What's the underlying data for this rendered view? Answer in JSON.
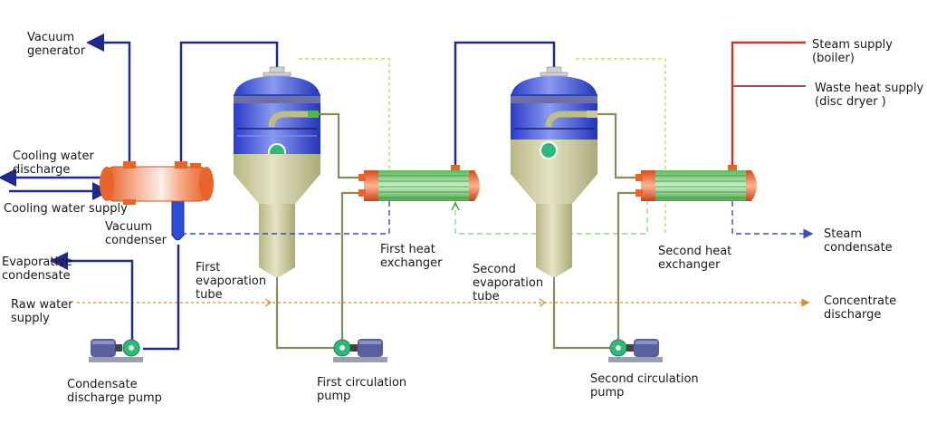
{
  "labels": {
    "vacuum_generator": [
      "Vacuum",
      "generator"
    ],
    "cooling_water_discharge": [
      "Cooling water",
      "discharge"
    ],
    "cooling_water_supply": "Cooling water supply",
    "vacuum_condenser": [
      "Vacuum",
      "condenser"
    ],
    "evaporative_condensate": [
      "Evaporative",
      "condensate"
    ],
    "raw_water_supply": [
      "Raw water",
      "supply"
    ],
    "condensate_discharge_pump": [
      "Condensate",
      "discharge pump"
    ],
    "first_evaporation_tube": [
      "First",
      "evaporation",
      "tube"
    ],
    "first_heat_exchanger": [
      "First heat",
      "exchanger"
    ],
    "first_circulation_pump": [
      "First circulation",
      "pump"
    ],
    "second_evaporation_tube": [
      "Second",
      "evaporation",
      "tube"
    ],
    "second_heat_exchanger": [
      "Second heat",
      "exchanger"
    ],
    "second_circulation_pump": [
      "Second circulation",
      "pump"
    ],
    "steam_supply": [
      "Steam supply",
      "(boiler)"
    ],
    "waste_heat_supply": [
      "Waste heat supply",
      "(disc dryer )"
    ],
    "steam_condensate": [
      "Steam",
      "condensate"
    ],
    "concentrate_discharge": [
      "Concentrate",
      "discharge"
    ]
  },
  "colors": {
    "vacuum_line": "#1f2a8c",
    "cooling_line": "#2b4fb0",
    "evaporator_shell": "#c9c89a",
    "evaporator_top": "#3a4fd8",
    "steam_line": "#b22222",
    "vapor_dashed": "#c8d870",
    "condensate_dashed": "#3c4fb8",
    "raw_water_dotted": "#d88a3a",
    "heat_exchanger_tube": "#7acb7a",
    "heat_exchanger_cap": "#e8642a",
    "pump_motor": "#5a5fa0",
    "pump_head": "#2eb87a"
  }
}
